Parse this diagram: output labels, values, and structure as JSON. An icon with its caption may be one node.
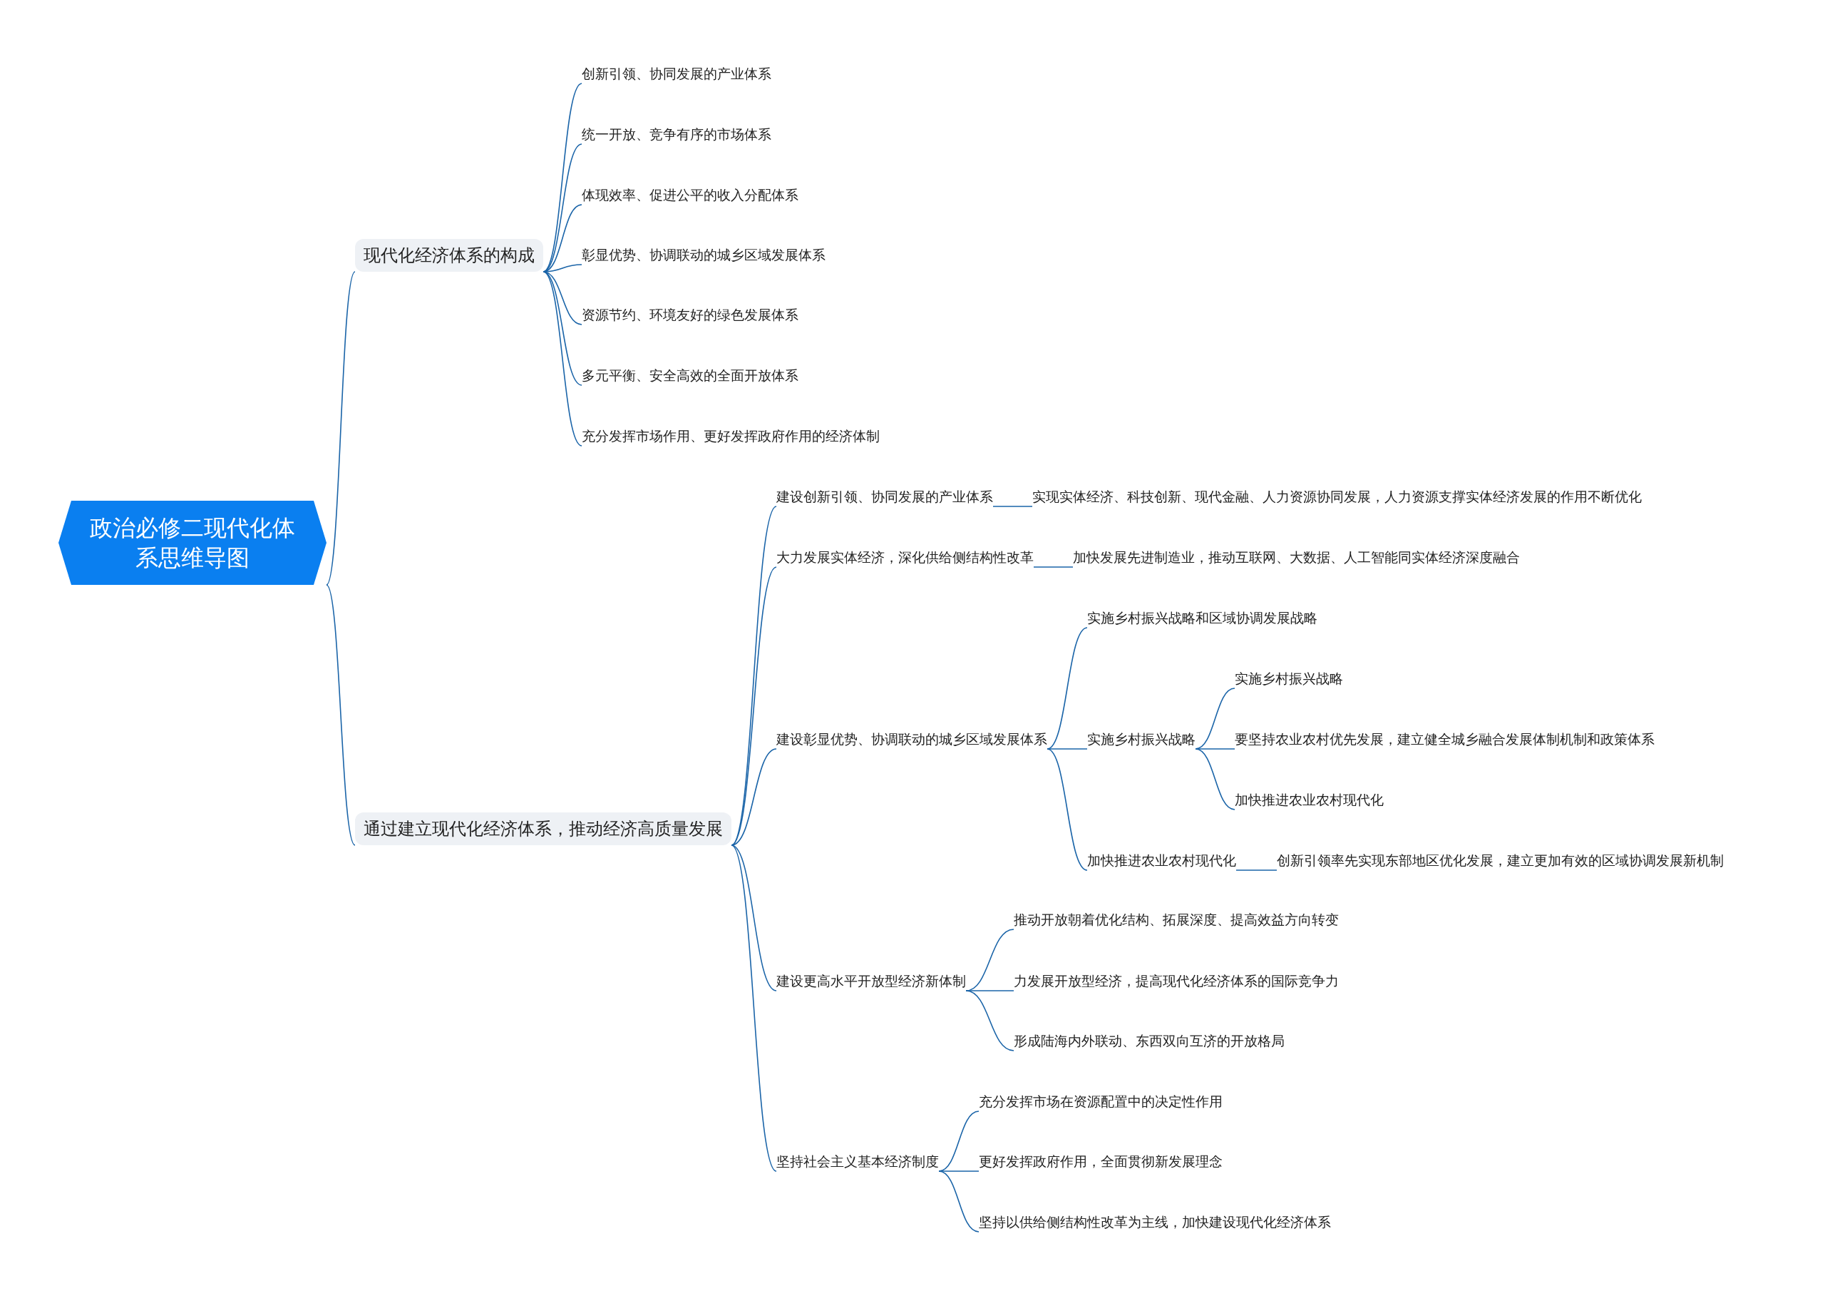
{
  "diagram": {
    "nodes": [
      {
        "text": [
          "政治必修二现代化体系思维导图"
        ]
      },
      {
        "text": [
          "现代化经济体系的构成"
        ]
      },
      {
        "text": [
          "创新引领、协同发展的产业体系"
        ]
      },
      {
        "text": [
          "统一开放、竞争有序的市场体系"
        ]
      },
      {
        "text": [
          "体现效率、促进公平的收入分配体系"
        ]
      },
      {
        "text": [
          "彰显优势、协调联动的城乡区域发展体系"
        ]
      },
      {
        "text": [
          "资源节约、环境友好的绿色发展体系"
        ]
      },
      {
        "text": [
          "多元平衡、安全高效的全面开放体系"
        ]
      },
      {
        "text": [
          "充分发挥市场作用、更好发挥政府作用的经济体制"
        ]
      },
      {
        "text": [
          "通过建立现代化经济体系，推动经济高质量发展"
        ]
      },
      {
        "text": [
          "建设创新引领、协同发展的产业体系"
        ]
      },
      {
        "text": [
          "实现实体经济、科技创新、现代金融、人力资源协同发展，人力资源支撑实体经济发展的作用不断优化"
        ]
      },
      {
        "text": [
          "大力发展实体经济，深化供给侧结构性改革"
        ]
      },
      {
        "text": [
          "加快发展先进制造业，推动互联网、大数据、人工智能同实体经济深度融合"
        ]
      },
      {
        "text": [
          "建设彰显优势、协调联动的城乡区域发展体系"
        ]
      },
      {
        "text": [
          "实施乡村振兴战略和区域协调发展战略"
        ]
      },
      {
        "text": [
          "实施乡村振兴战略"
        ]
      },
      {
        "text": [
          "实施乡村振兴战略"
        ]
      },
      {
        "text": [
          "要坚持农业农村优先发展，建立健全城乡融合发展体制机制和政策体系"
        ]
      },
      {
        "text": [
          "加快推进农业农村现代化"
        ]
      },
      {
        "text": [
          "加快推进农业农村现代化"
        ]
      },
      {
        "text": [
          "创新引领率先实现东部地区优化发展，建立更加有效的区域协调发展新机制"
        ]
      },
      {
        "text": [
          "建设更高水平开放型经济新体制"
        ]
      },
      {
        "text": [
          "推动开放朝着优化结构、拓展深度、提高效益方向转变"
        ]
      },
      {
        "text": [
          "力发展开放型经济，提高现代化经济体系的国际竞争力"
        ]
      },
      {
        "text": [
          "形成陆海内外联动、东西双向互济的开放格局"
        ]
      },
      {
        "text": [
          "坚持社会主义基本经济制度"
        ]
      },
      {
        "text": [
          "充分发挥市场在资源配置中的决定性作用"
        ]
      },
      {
        "text": [
          "更好发挥政府作用，全面贯彻新发展理念"
        ]
      },
      {
        "text": [
          "坚持以供给侧结构性改革为主线，加快建设现代化经济体系"
        ]
      }
    ],
    "edges": [
      {
        "from": 0,
        "to": 1,
        "arrow": "none"
      },
      {
        "from": 1,
        "to": 2,
        "arrow": "none"
      },
      {
        "from": 1,
        "to": 3,
        "arrow": "none"
      },
      {
        "from": 1,
        "to": 4,
        "arrow": "none"
      },
      {
        "from": 1,
        "to": 5,
        "arrow": "none"
      },
      {
        "from": 1,
        "to": 6,
        "arrow": "none"
      },
      {
        "from": 1,
        "to": 7,
        "arrow": "none"
      },
      {
        "from": 1,
        "to": 8,
        "arrow": "none"
      },
      {
        "from": 0,
        "to": 9,
        "arrow": "none"
      },
      {
        "from": 9,
        "to": 10,
        "arrow": "none"
      },
      {
        "from": 10,
        "to": 11,
        "arrow": "none"
      },
      {
        "from": 9,
        "to": 12,
        "arrow": "none"
      },
      {
        "from": 12,
        "to": 13,
        "arrow": "none"
      },
      {
        "from": 9,
        "to": 14,
        "arrow": "none"
      },
      {
        "from": 14,
        "to": 15,
        "arrow": "none"
      },
      {
        "from": 14,
        "to": 16,
        "arrow": "none"
      },
      {
        "from": 16,
        "to": 17,
        "arrow": "none"
      },
      {
        "from": 16,
        "to": 18,
        "arrow": "none"
      },
      {
        "from": 16,
        "to": 19,
        "arrow": "none"
      },
      {
        "from": 14,
        "to": 20,
        "arrow": "none"
      },
      {
        "from": 20,
        "to": 21,
        "arrow": "none"
      },
      {
        "from": 9,
        "to": 22,
        "arrow": "none"
      },
      {
        "from": 22,
        "to": 23,
        "arrow": "none"
      },
      {
        "from": 22,
        "to": 24,
        "arrow": "none"
      },
      {
        "from": 22,
        "to": 25,
        "arrow": "none"
      },
      {
        "from": 9,
        "to": 26,
        "arrow": "none"
      },
      {
        "from": 26,
        "to": 27,
        "arrow": "none"
      },
      {
        "from": 26,
        "to": 28,
        "arrow": "none"
      },
      {
        "from": 26,
        "to": 29,
        "arrow": "none"
      }
    ]
  }
}
